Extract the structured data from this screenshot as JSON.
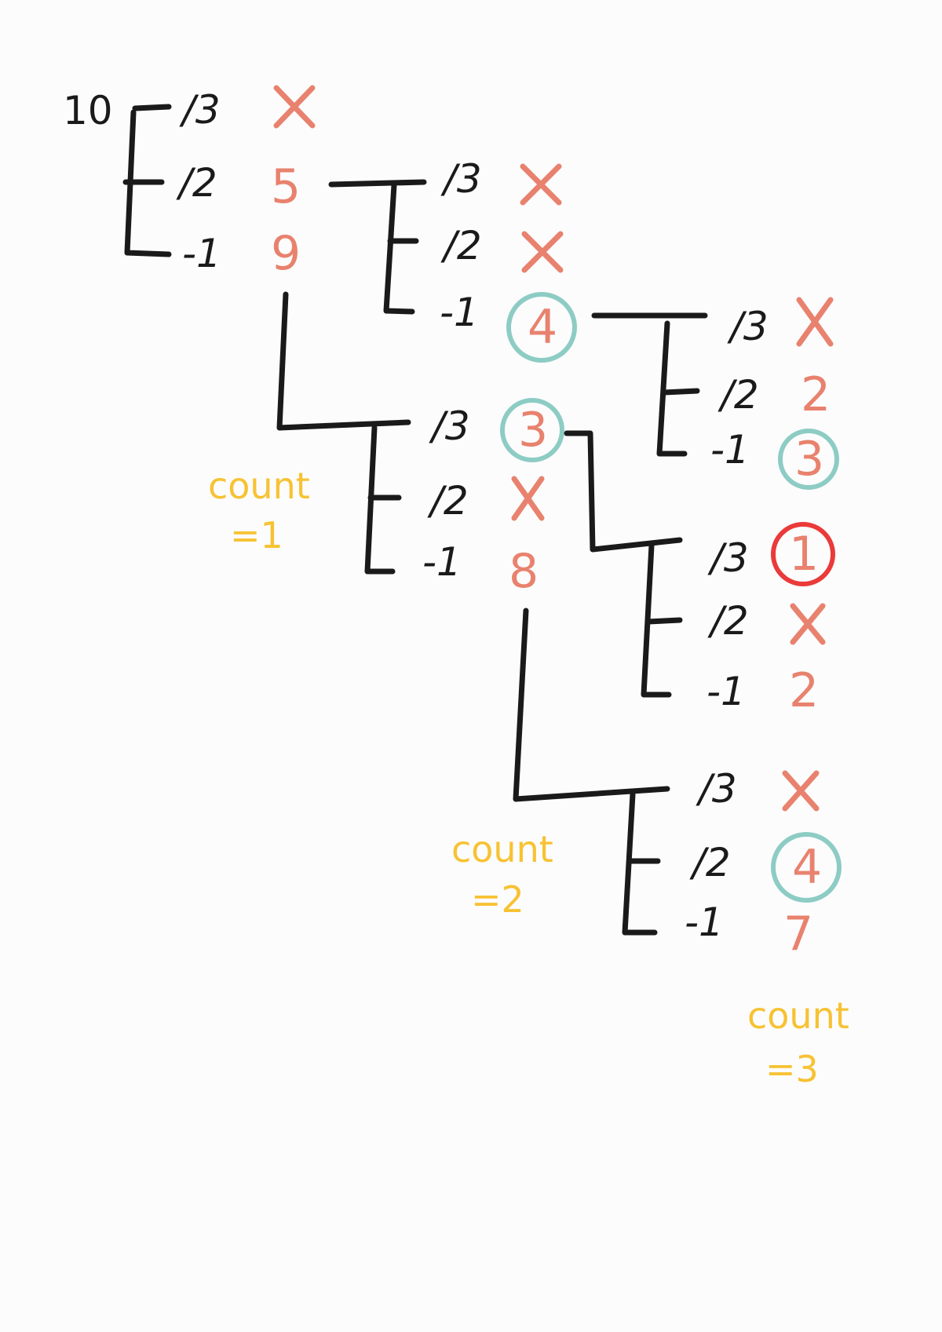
{
  "start": "10",
  "ops": {
    "div3": "/3",
    "div2": "/2",
    "minus1": "-1"
  },
  "values": {
    "b1": "5",
    "b2": "9",
    "c3": "4",
    "d1": "3",
    "d3": "8",
    "e2": "2",
    "e3": "3",
    "f1": "1",
    "f3": "2",
    "g2": "4",
    "g3": "7"
  },
  "count_label": "count",
  "counts": [
    "=1",
    "=2",
    "=3"
  ],
  "colors": {
    "ink": "#1a1a1a",
    "value": "#e8826e",
    "highlight_ring": "#8dccc4",
    "answer_ring": "#ea3a3a",
    "count": "#f7c233"
  }
}
